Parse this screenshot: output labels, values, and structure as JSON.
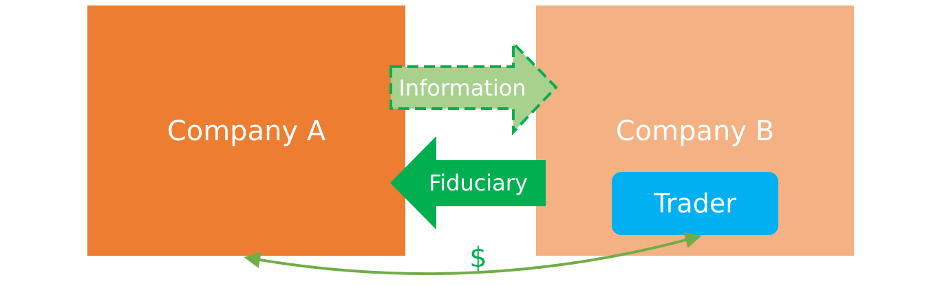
{
  "nodes": {
    "company_a": "Company A",
    "company_b": "Company B",
    "trader": "Trader"
  },
  "arrows": {
    "information": "Information",
    "fiduciary": "Fiduciary",
    "payment": "$"
  },
  "colors": {
    "company_a_fill": "#ed7d31",
    "company_b_fill": "#f4b183",
    "trader_fill": "#00b0f0",
    "information_fill": "#a9d18e",
    "information_border": "#00b050",
    "fiduciary_fill": "#00b050",
    "payment_line": "#70ad47",
    "payment_symbol": "#00b050"
  }
}
